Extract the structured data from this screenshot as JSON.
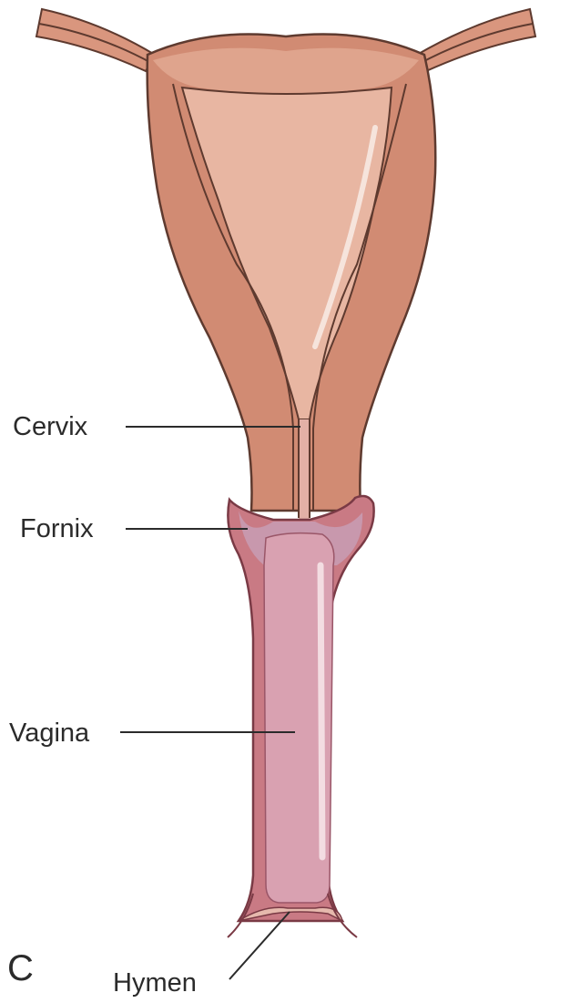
{
  "figure": {
    "panel_letter": "C",
    "labels": {
      "cervix": "Cervix",
      "fornix": "Fornix",
      "vagina": "Vagina",
      "hymen": "Hymen"
    },
    "colors": {
      "uterine_wall": "#d18b73",
      "uterine_wall_outline": "#5e3a2f",
      "uterine_cavity": "#e8b6a2",
      "fundus_inner": "#dfa48d",
      "vaginal_wall": "#c97a84",
      "vaginal_lumen": "#d9a1b1",
      "fornix_recess": "#c898ad",
      "hymen": "#e6b9ad",
      "highlight": "#f6e4dc",
      "leader_line": "#2b2b2b"
    }
  }
}
